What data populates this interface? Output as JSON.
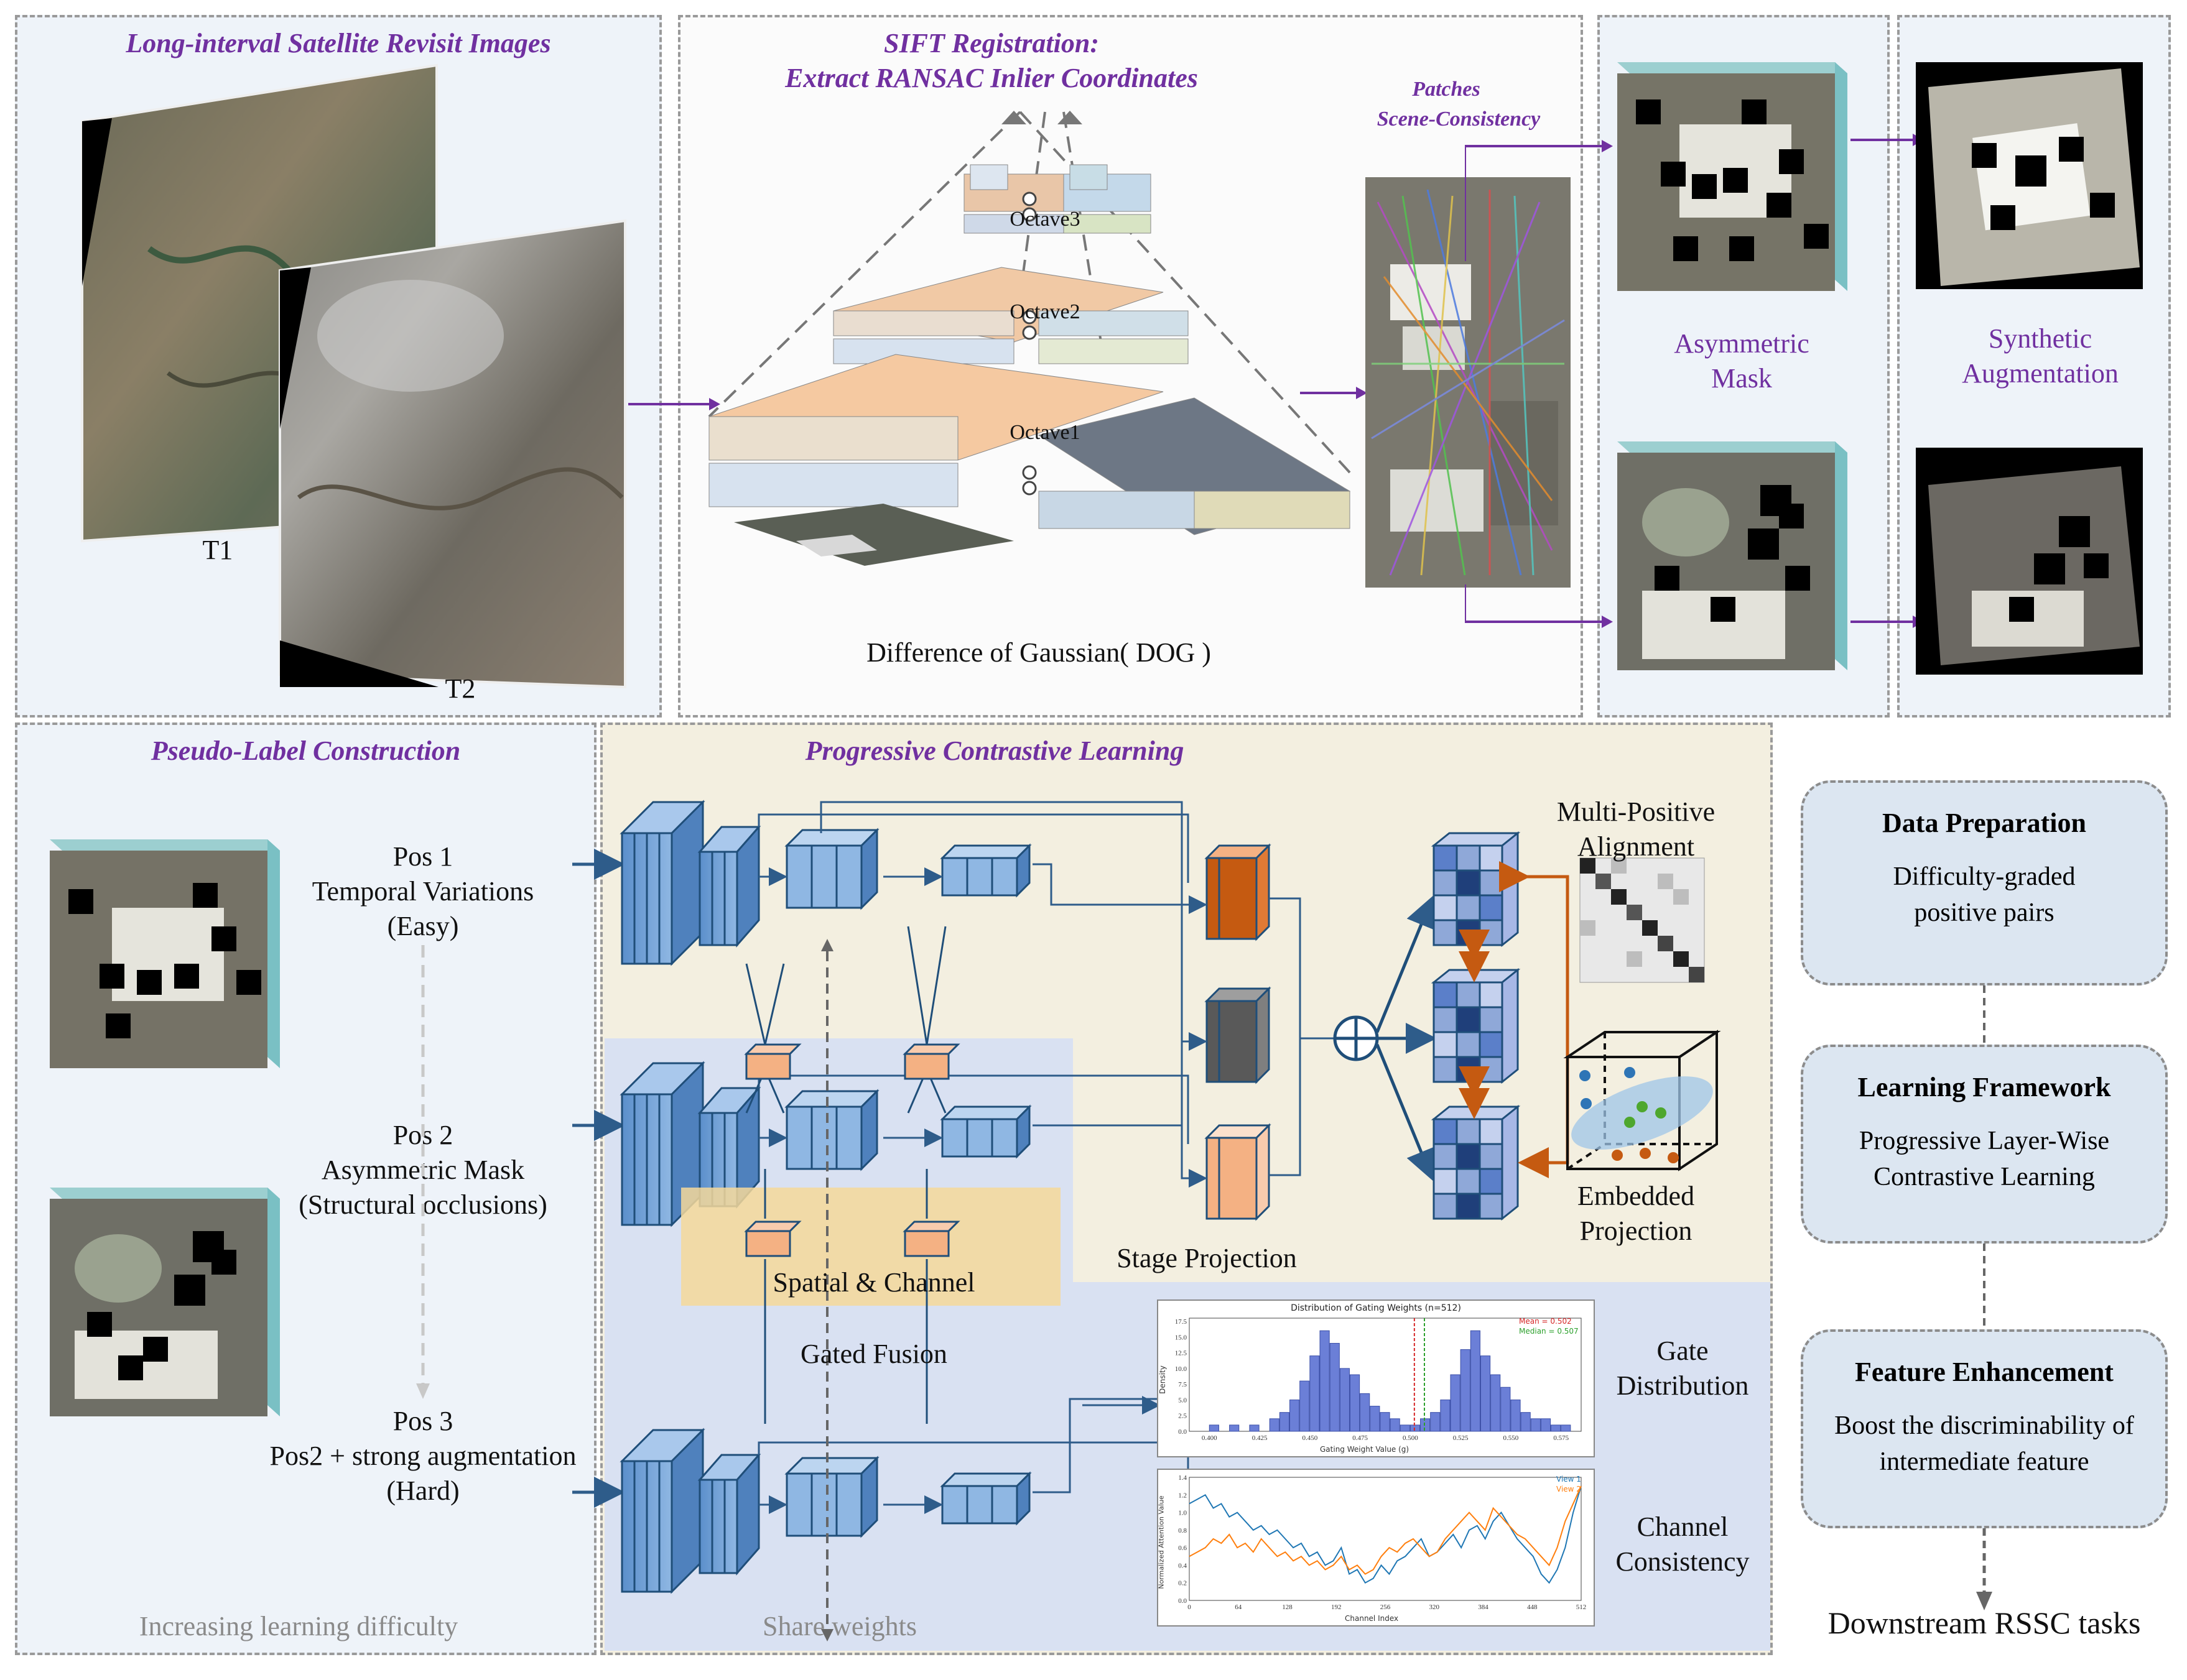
{
  "panels": {
    "satellite": {
      "title": "Long-interval Satellite Revisit Images",
      "t1": "T1",
      "t2": "T2"
    },
    "sift": {
      "title_line1": "SIFT Registration:",
      "title_line2": "Extract RANSAC Inlier Coordinates",
      "octave3": "Octave3",
      "octave2": "Octave2",
      "octave1": "Octave1",
      "dog": "Difference of Gaussian( DOG )",
      "patches_line1": "Patches",
      "patches_line2": "Scene-Consistency"
    },
    "mask": {
      "label_line1": "Asymmetric",
      "label_line2": "Mask"
    },
    "synthetic": {
      "label_line1": "Synthetic",
      "label_line2": "Augmentation"
    },
    "pseudo": {
      "title": "Pseudo-Label Construction",
      "pos1": [
        "Pos 1",
        "Temporal Variations",
        "(Easy)"
      ],
      "pos2": [
        "Pos 2",
        "Asymmetric Mask",
        "(Structural occlusions)"
      ],
      "pos3": [
        "Pos 3",
        "Pos2 + strong augmentation",
        "(Hard)"
      ],
      "footer": "Increasing learning difficulty"
    },
    "pcl": {
      "title": "Progressive Contrastive Learning",
      "fusion_line1": "Spatial & Channel",
      "fusion_line2": "Gated Fusion",
      "share": "Share weights",
      "stage": "Stage Projection",
      "mpa_line1": "Multi-Positive",
      "mpa_line2": "Alignment",
      "emb_line1": "Embedded",
      "emb_line2": "Projection",
      "gate_line1": "Gate",
      "gate_line2": "Distribution",
      "cc_line1": "Channel",
      "cc_line2": "Consistency"
    }
  },
  "pipeline": {
    "data_prep": {
      "title": "Data Preparation",
      "body_line1": "Difficulty-graded",
      "body_line2": "positive pairs"
    },
    "learning": {
      "title": "Learning Framework",
      "body_line1": "Progressive Layer-Wise",
      "body_line2": "Contrastive Learning"
    },
    "feature": {
      "title": "Feature Enhancement",
      "body_line1": "Boost the discriminability of",
      "body_line2": "intermediate feature"
    },
    "downstream": "Downstream RSSC tasks"
  },
  "gate_chart": {
    "title": "Distribution of Gating Weights (n=512)",
    "legend_mean": "Mean = 0.502",
    "legend_median": "Median = 0.507",
    "xlabel": "Gating Weight Value (g)",
    "ylabel": "Density",
    "xticks": [
      "0.400",
      "0.425",
      "0.450",
      "0.475",
      "0.500",
      "0.525",
      "0.550",
      "0.575"
    ],
    "yticks": [
      "0.0",
      "2.5",
      "5.0",
      "7.5",
      "10.0",
      "12.5",
      "15.0",
      "17.5"
    ]
  },
  "channel_chart": {
    "xlabel": "Channel Index",
    "ylabel": "Normalized Attention Value",
    "legend_v1": "View 1",
    "legend_v2": "View 2",
    "xticks": [
      "0",
      "64",
      "128",
      "192",
      "256",
      "320",
      "384",
      "448",
      "512"
    ],
    "yticks": [
      "0.0",
      "0.2",
      "0.4",
      "0.6",
      "0.8",
      "1.0",
      "1.2",
      "1.4"
    ]
  },
  "chart_data": [
    {
      "type": "bar",
      "title": "Distribution of Gating Weights (n=512)",
      "xlabel": "Gating Weight Value (g)",
      "ylabel": "Density",
      "xlim": [
        0.39,
        0.585
      ],
      "ylim": [
        0,
        18
      ],
      "bins": [
        0.4,
        0.405,
        0.41,
        0.415,
        0.42,
        0.425,
        0.43,
        0.435,
        0.44,
        0.445,
        0.45,
        0.455,
        0.46,
        0.465,
        0.47,
        0.475,
        0.48,
        0.485,
        0.49,
        0.495,
        0.5,
        0.505,
        0.51,
        0.515,
        0.52,
        0.525,
        0.53,
        0.535,
        0.54,
        0.545,
        0.55,
        0.555,
        0.56,
        0.565,
        0.57,
        0.575
      ],
      "values": [
        1,
        0,
        1,
        0,
        1,
        0,
        2,
        3,
        5,
        8,
        12,
        16,
        14,
        10,
        9,
        6,
        4,
        3,
        2,
        1,
        1,
        2,
        3,
        5,
        9,
        13,
        16,
        12,
        9,
        7,
        5,
        3,
        2,
        2,
        1,
        1
      ],
      "mean": 0.502,
      "median": 0.507
    },
    {
      "type": "line",
      "xlabel": "Channel Index",
      "ylabel": "Normalized Attention Value",
      "xlim": [
        0,
        512
      ],
      "ylim": [
        0,
        1.4
      ],
      "series": [
        {
          "name": "View 1",
          "color": "#1f77b4",
          "values": [
            1.1,
            1.15,
            1.2,
            1.05,
            1.1,
            0.95,
            1.0,
            0.9,
            0.8,
            0.85,
            0.75,
            0.8,
            0.7,
            0.6,
            0.65,
            0.5,
            0.55,
            0.4,
            0.45,
            0.6,
            0.3,
            0.35,
            0.2,
            0.25,
            0.4,
            0.3,
            0.45,
            0.5,
            0.6,
            0.7,
            0.5,
            0.55,
            0.65,
            0.75,
            0.6,
            0.8,
            0.85,
            0.7,
            0.9,
            1.0,
            0.85,
            0.7,
            0.6,
            0.5,
            0.3,
            0.2,
            0.35,
            0.6,
            1.0,
            1.3
          ]
        },
        {
          "name": "View 2",
          "color": "#ff7f0e",
          "values": [
            0.5,
            0.55,
            0.6,
            0.7,
            0.65,
            0.75,
            0.6,
            0.65,
            0.55,
            0.7,
            0.6,
            0.5,
            0.55,
            0.45,
            0.5,
            0.4,
            0.45,
            0.35,
            0.4,
            0.5,
            0.35,
            0.4,
            0.3,
            0.35,
            0.5,
            0.6,
            0.55,
            0.65,
            0.7,
            0.6,
            0.5,
            0.55,
            0.7,
            0.8,
            0.9,
            1.0,
            0.9,
            0.8,
            1.05,
            0.95,
            0.85,
            0.75,
            0.7,
            0.6,
            0.5,
            0.4,
            0.6,
            0.9,
            1.1,
            1.3
          ]
        }
      ]
    }
  ],
  "colors": {
    "accent": "#7030a0",
    "block_blue": "#6fa2d8",
    "block_edge": "#1f4e79",
    "arrow_blue": "#2e5c8a",
    "orange": "#c55a11",
    "gate_panel": "#d9e1f2",
    "pcl_panel": "#f3efe0"
  }
}
